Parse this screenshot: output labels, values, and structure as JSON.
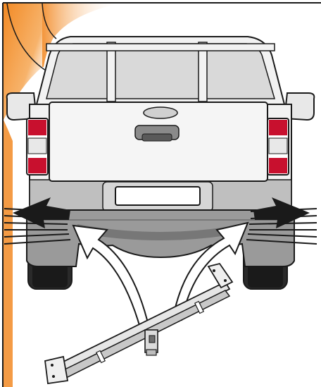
{
  "diagram": {
    "subject": "pickup-truck-rear-with-tow-bar-installation",
    "parts": [
      "truck-rear",
      "tailgate",
      "canopy-frame",
      "tail-lights",
      "number-plate-recess",
      "rear-bumper",
      "rear-wheels",
      "tow-bar-assembly",
      "mounting-arrows"
    ],
    "colors": {
      "body_light": "#f2f2f2",
      "body_mid": "#d6d6d6",
      "bumper": "#9a9a9a",
      "bumper_dark": "#6e6e6e",
      "tyre": "#2a2a2a",
      "tail_red": "#c8102e",
      "accent_orange": "#f39a3c",
      "outline": "#1a1a1a"
    }
  }
}
